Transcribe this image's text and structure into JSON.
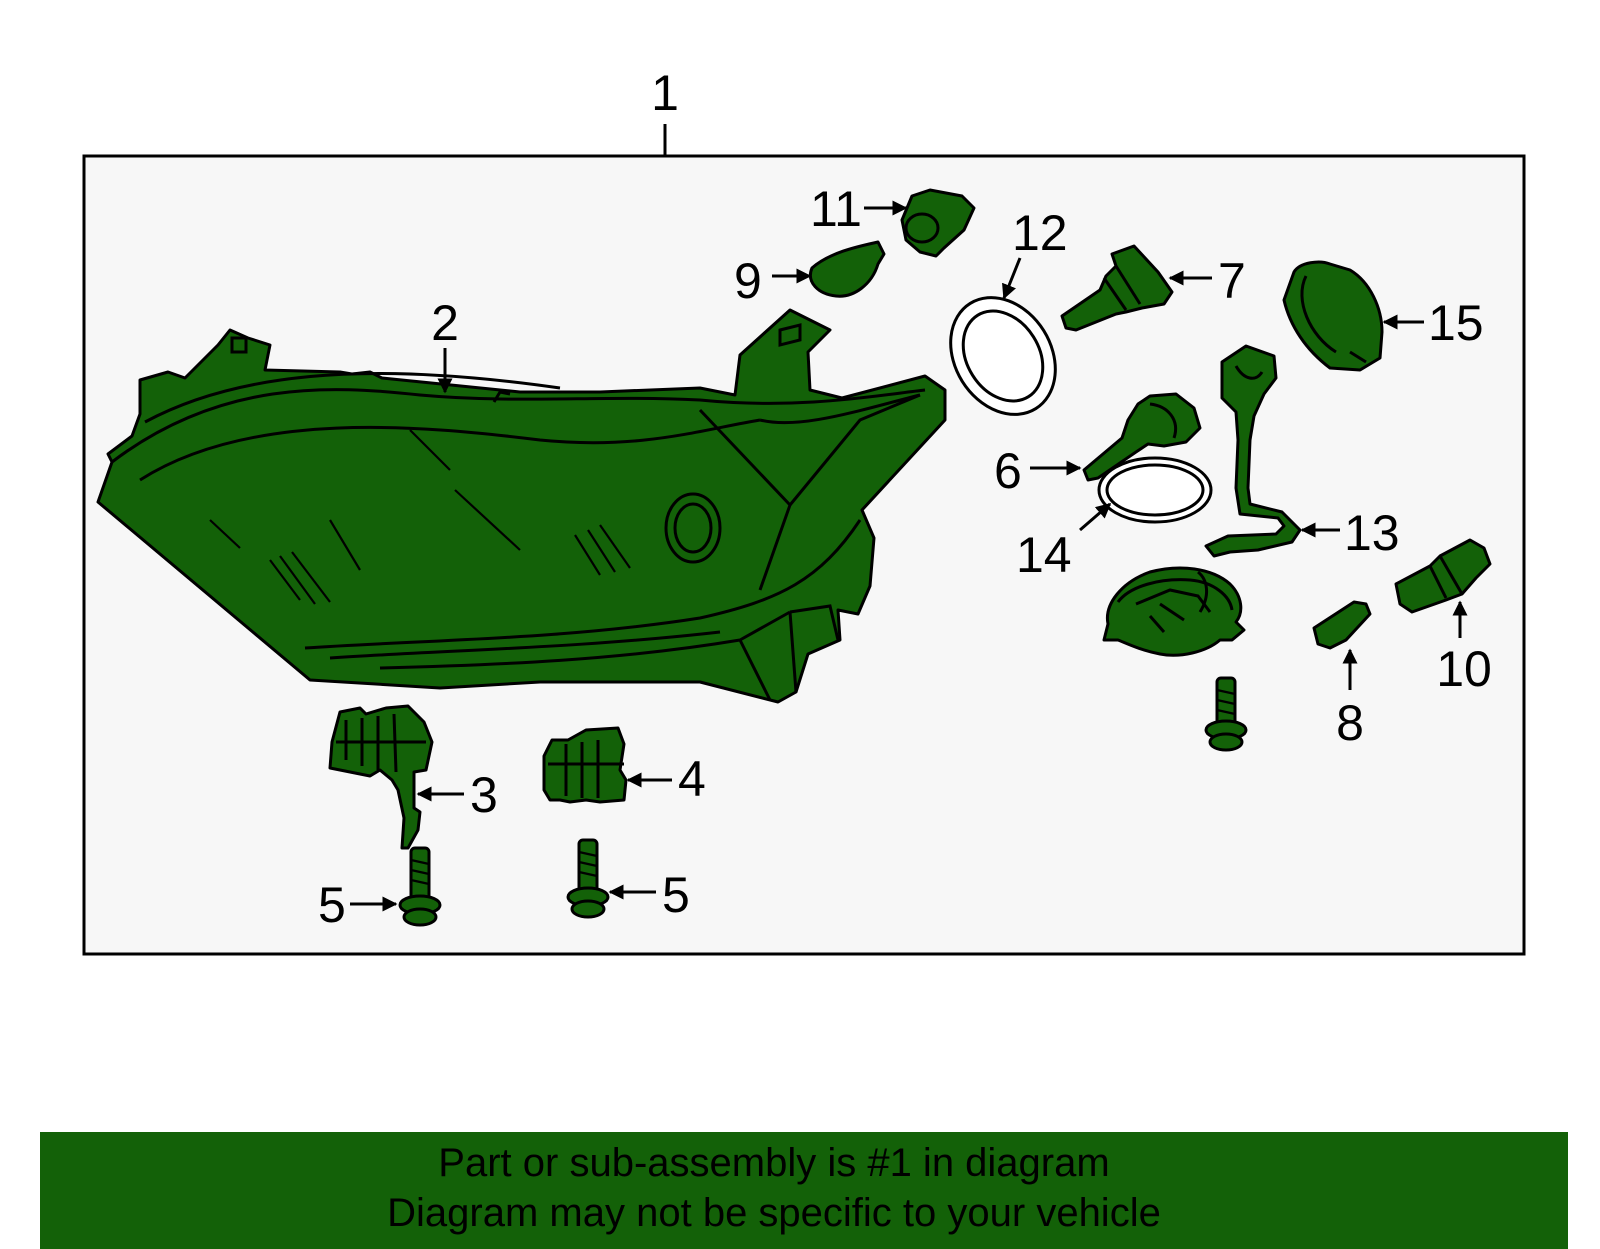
{
  "diagram": {
    "callouts": {
      "c1": "1",
      "c2": "2",
      "c3": "3",
      "c4": "4",
      "c5a": "5",
      "c5b": "5",
      "c6": "6",
      "c7": "7",
      "c8": "8",
      "c9": "9",
      "c10": "10",
      "c11": "11",
      "c12": "12",
      "c13": "13",
      "c14": "14",
      "c15": "15"
    }
  },
  "banner": {
    "line1": "Part or sub-assembly is #1 in diagram",
    "line2": "Diagram may not be specific to your vehicle"
  },
  "colors": {
    "part_fill": "#136108",
    "panel_bg": "#f7f7f7",
    "banner_bg": "#136108"
  }
}
